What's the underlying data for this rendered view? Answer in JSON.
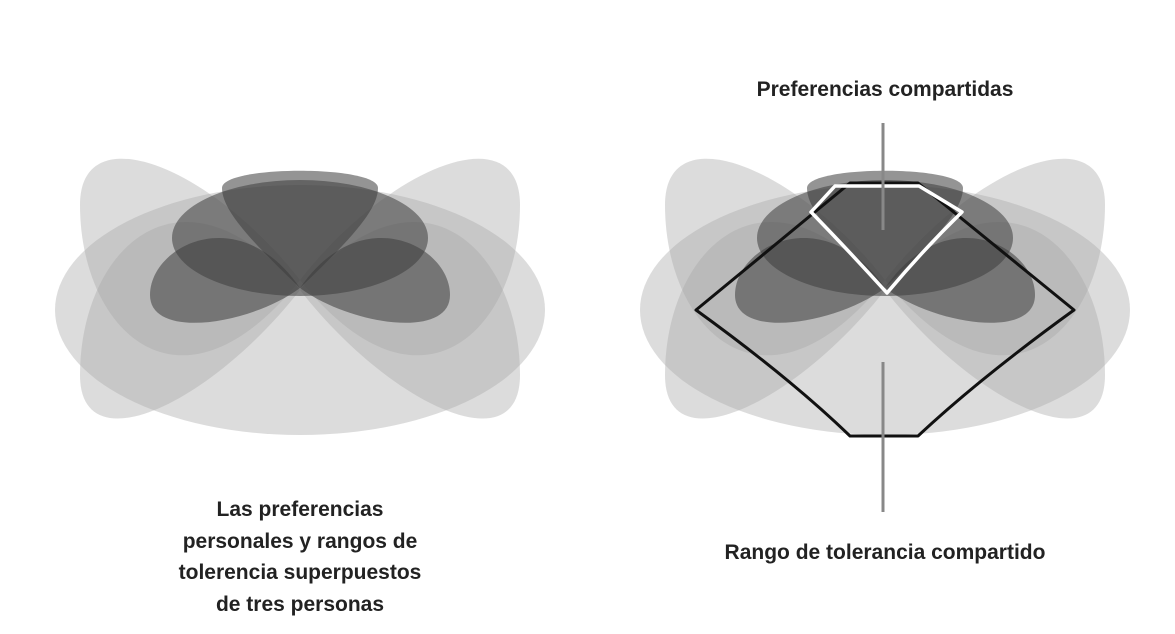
{
  "left_panel": {
    "caption_lines": [
      "Las preferencias",
      "personales y rangos de",
      "tolerencia superpuestos",
      "de tres personas"
    ]
  },
  "right_panel": {
    "shared_preferences_label": "Preferencias compartidas",
    "shared_tolerance_label": "Rango de tolerancia compartido"
  },
  "colors": {
    "tolerance_fill": "#a8a8a8",
    "preference_fill": "#3c3c3c",
    "tolerance_outline": "#111111",
    "preference_outline": "#ffffff",
    "pointer_line": "#888888",
    "caption_text": "#222222"
  }
}
